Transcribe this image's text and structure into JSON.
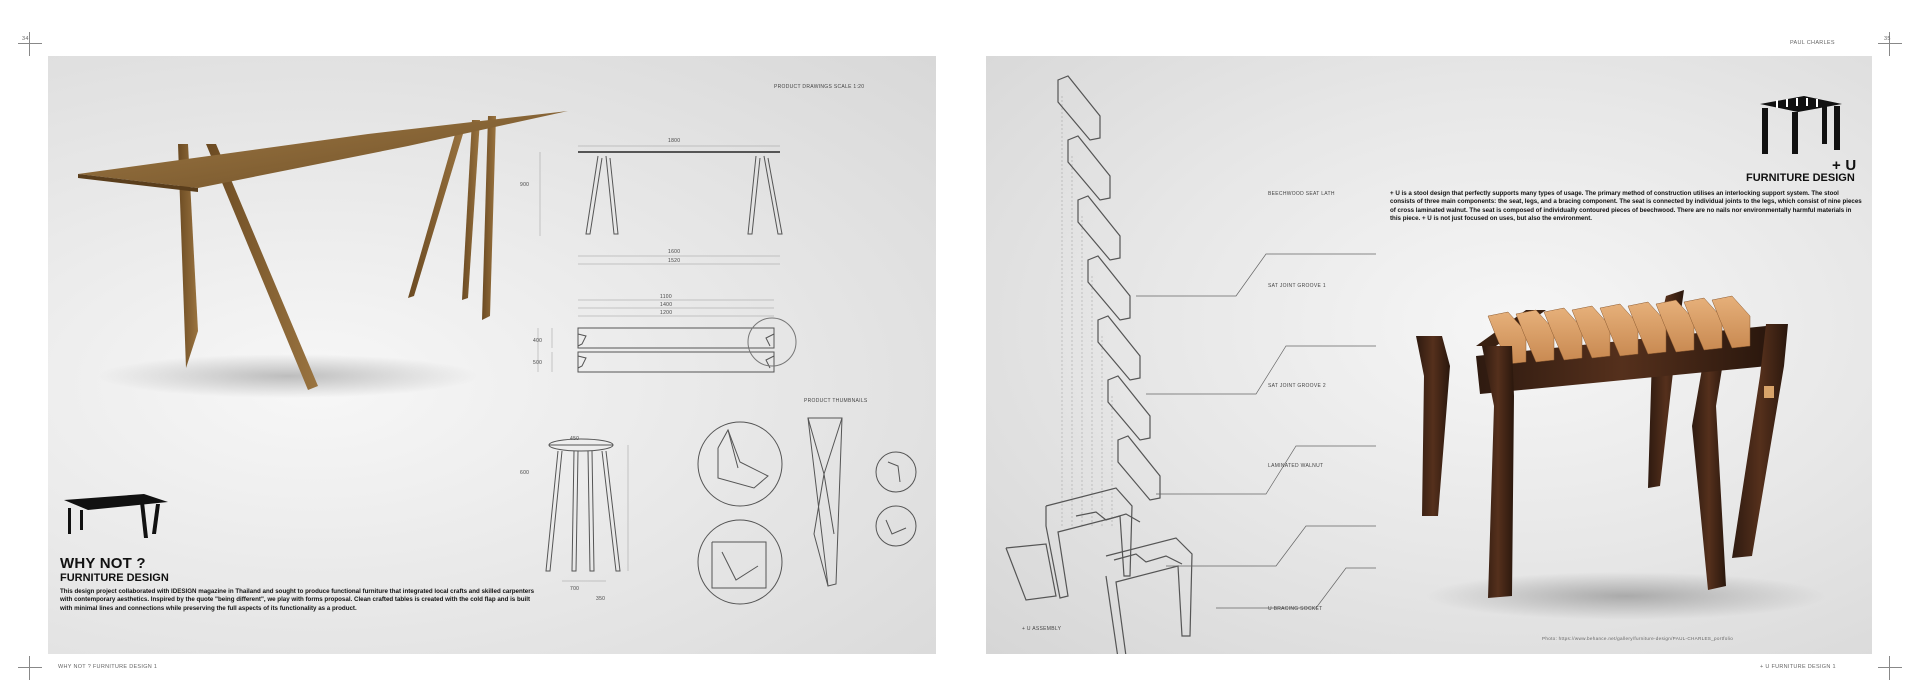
{
  "spread": {
    "left_page": {
      "page_number": "34",
      "header_label": "PRODUCT DRAWINGS SCALE 1:20",
      "thumbnails_label": "PRODUCT THUMBNAILS",
      "title": "WHY NOT ?",
      "subtitle": "FURNITURE DESIGN",
      "description": "This design project collaborated with IDESIGN magazine in Thailand and sought to produce functional furniture that integrated local crafts and skilled carpenters with contemporary aesthetics. Inspired by the quote \"being different\", we play with forms proposal. Clean crafted tables is created with the cold flap and is built with minimal lines and connections while preserving the full aspects of its functionality as a product.",
      "footer": "WHY NOT ? FURNITURE DESIGN 1",
      "dimensions": [
        "1800",
        "1600",
        "1520",
        "900",
        "1100",
        "1400",
        "1200",
        "400",
        "500",
        "450",
        "600",
        "700",
        "350"
      ]
    },
    "right_page": {
      "page_number": "35",
      "author": "PAUL CHARLES",
      "title": "+ U",
      "subtitle": "FURNITURE DESIGN",
      "description": "+ U is a stool design that perfectly supports many types of usage. The primary method of construction utilises an interlocking support system. The stool consists of three main components: the seat, legs, and a bracing component. The seat is connected by individual joints to the legs, which consist of nine pieces of cross laminated walnut. The seat is composed of individually contoured pieces of beechwood. There are no nails nor environmentally harmful materials in this piece. + U is not just focused on uses, but also the environment.",
      "callouts": [
        "BEECHWOOD SEAT LATH",
        "SAT JOINT GROOVE 1",
        "SAT JOINT GROOVE 2",
        "LAMINATED WALNUT",
        "U BRACING SOCKET"
      ],
      "assembly_label": "+ U ASSEMBLY",
      "credit": "Photo: https://www.behance.net/gallery/furniture-design/PAUL-CHARLES_portfolio",
      "footer": "+ U FURNITURE DESIGN 1"
    }
  }
}
